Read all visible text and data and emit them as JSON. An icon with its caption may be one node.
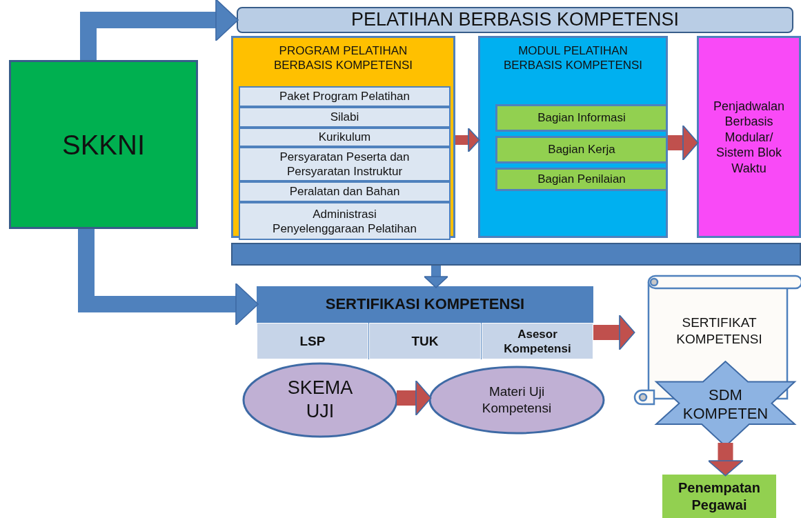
{
  "diagram": {
    "nodes": [
      {
        "text": [
          "SKKNI"
        ]
      },
      {
        "text": [
          "PELATIHAN BERBASIS KOMPETENSI"
        ]
      },
      {
        "text": [
          "PROGRAM PELATIHAN BERBASIS KOMPETENSI"
        ]
      },
      {
        "text": [
          "Paket Program Pelatihan"
        ],
        "in": 2
      },
      {
        "text": [
          "Silabi"
        ],
        "in": 2
      },
      {
        "text": [
          "Kurikulum"
        ],
        "in": 2
      },
      {
        "text": [
          "Persyaratan Peserta dan Persyaratan Instruktur"
        ],
        "in": 2
      },
      {
        "text": [
          "Peralatan dan Bahan"
        ],
        "in": 2
      },
      {
        "text": [
          "Administrasi Penyelenggaraan Pelatihan"
        ],
        "in": 2
      },
      {
        "text": [
          "MODUL PELATIHAN BERBASIS KOMPETENSI"
        ]
      },
      {
        "text": [
          "Bagian Informasi"
        ],
        "in": 9
      },
      {
        "text": [
          "Bagian Kerja"
        ],
        "in": 9
      },
      {
        "text": [
          "Bagian Penilaian"
        ],
        "in": 9
      },
      {
        "text": [
          "Penjadwalan Berbasis Modular/ Sistem Blok Waktu"
        ]
      },
      {
        "text": [],
        "shape": "bar"
      },
      {
        "text": [
          "SERTIFIKASI KOMPETENSI"
        ]
      },
      {
        "text": [
          "LSP"
        ],
        "in": 15
      },
      {
        "text": [
          "TUK"
        ],
        "in": 15
      },
      {
        "text": [
          "Asesor Kompetensi"
        ],
        "in": 15
      },
      {
        "text": [
          "SKEMA UJI"
        ]
      },
      {
        "text": [
          "Materi Uji Kompetensi"
        ]
      },
      {
        "text": [
          "SERTIFIKAT KOMPETENSI"
        ]
      },
      {
        "text": [
          "SDM KOMPETEN"
        ]
      },
      {
        "text": [
          "Penempatan Pegawai"
        ]
      }
    ],
    "edges": [
      {
        "from": 0,
        "to": 1,
        "arrow": "to",
        "color": "#4f81bd"
      },
      {
        "from": 0,
        "to": 15,
        "arrow": "to",
        "color": "#4f81bd"
      },
      {
        "from": 14,
        "to": 15,
        "arrow": "to",
        "color": "#4f81bd"
      },
      {
        "from": 2,
        "to": 9,
        "arrow": "to"
      },
      {
        "from": 9,
        "to": 13,
        "arrow": "to"
      },
      {
        "from": 15,
        "to": 21,
        "arrow": "to"
      },
      {
        "from": 19,
        "to": 20,
        "arrow": "to"
      },
      {
        "from": 22,
        "to": 23,
        "arrow": "to"
      }
    ]
  }
}
